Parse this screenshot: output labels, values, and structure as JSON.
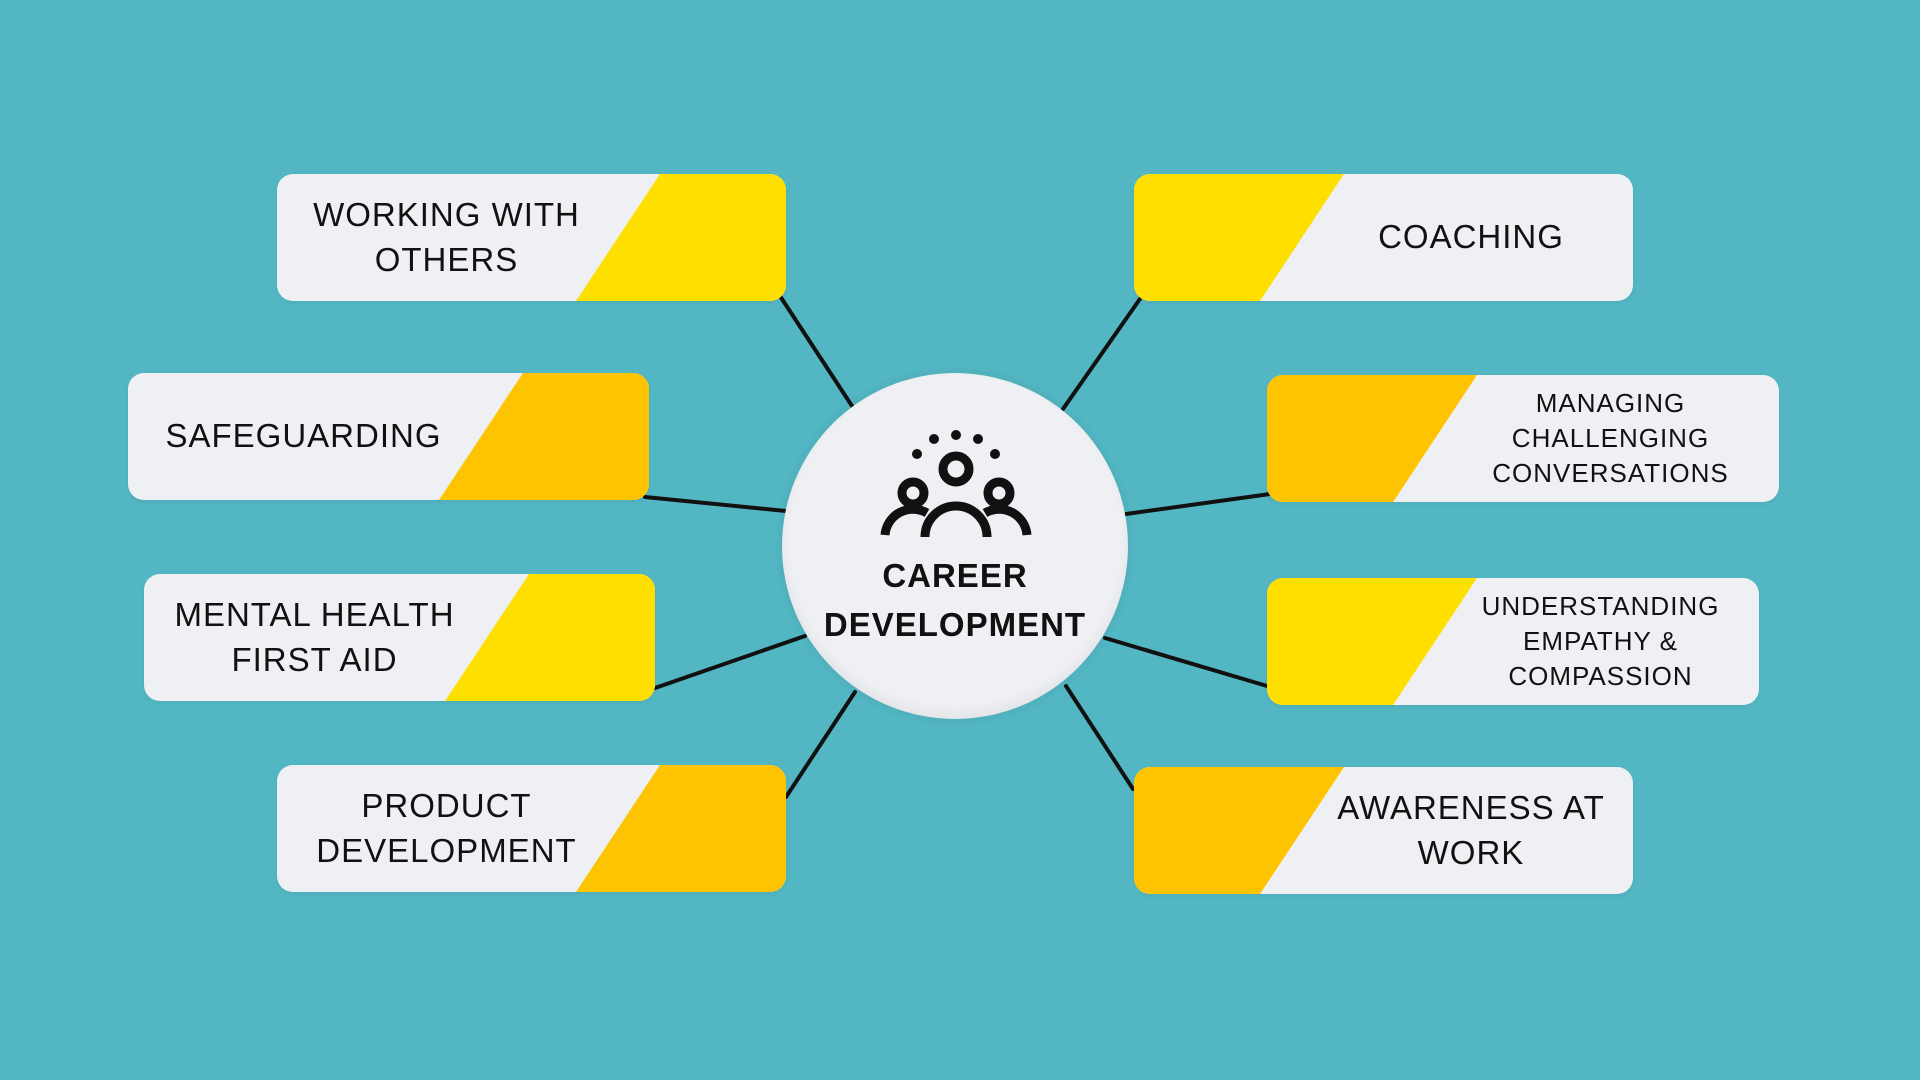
{
  "hub": {
    "title": "CAREER\nDEVELOPMENT",
    "icon": "people-group-icon"
  },
  "cards": [
    {
      "id": "working-with-others",
      "label": "WORKING WITH\nOTHERS"
    },
    {
      "id": "safeguarding",
      "label": "SAFEGUARDING"
    },
    {
      "id": "mental-health-first-aid",
      "label": "MENTAL HEALTH\nFIRST AID"
    },
    {
      "id": "product-development",
      "label": "PRODUCT\nDEVELOPMENT"
    },
    {
      "id": "coaching",
      "label": "COACHING"
    },
    {
      "id": "managing-challenging-conversations",
      "label": "MANAGING\nCHALLENGING\nCONVERSATIONS"
    },
    {
      "id": "understanding-empathy-compassion",
      "label": "UNDERSTANDING\nEMPATHY &\nCOMPASSION"
    },
    {
      "id": "awareness-at-work",
      "label": "AWARENESS AT\nWORK"
    }
  ],
  "colors": {
    "background": "#53b6c3",
    "card": "#eef0f3",
    "yellow": "#ffdf00",
    "amber": "#fec301",
    "line": "#111111"
  }
}
